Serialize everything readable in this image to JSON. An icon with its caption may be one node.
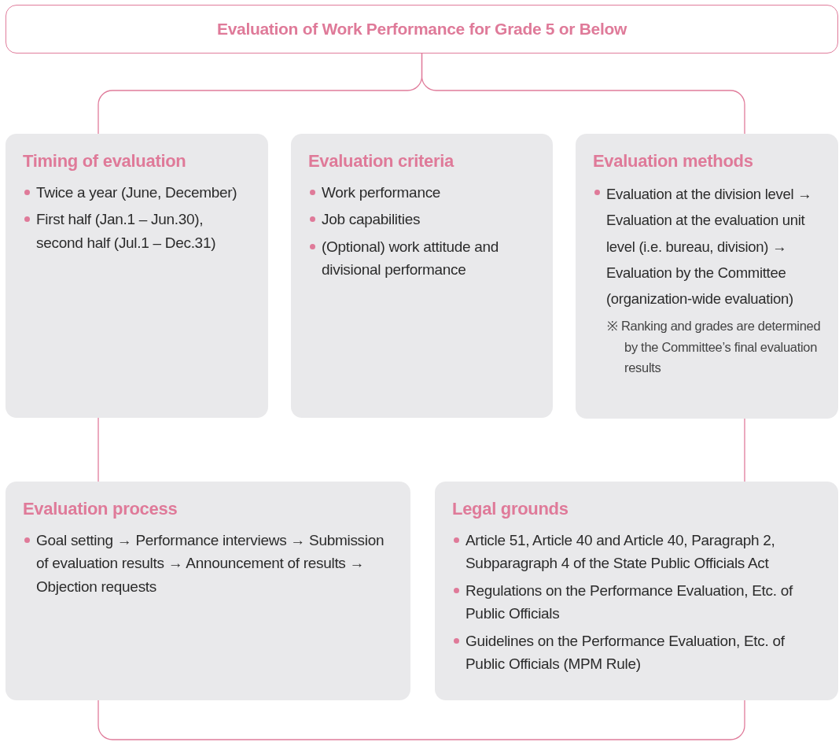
{
  "diagram": {
    "nodes": [
      {
        "text": [
          "Evaluation of Work Performance for Grade 5 or Below"
        ]
      },
      {
        "text": [
          "Timing of evaluation",
          "Twice a year (June, December)",
          "First half (Jan.1 – Jun.30), second half (Jul.1 – Dec.31)"
        ]
      },
      {
        "text": [
          "Evaluation criteria",
          "Work performance",
          "Job capabilities",
          "(Optional) work attitude and divisional performance"
        ]
      },
      {
        "text": [
          "Evaluation methods",
          "Evaluation at the division level → Evaluation at the evaluation unit level (i.e. bureau, division) → Evaluation by the Committee (organization-wide evaluation)",
          "※ Ranking and grades are determined by the Committee’s final evaluation results"
        ]
      },
      {
        "text": [
          "Evaluation process",
          "Goal setting → Performance interviews → Submission of evaluation results → Announcement of results → Objection requests"
        ]
      },
      {
        "text": [
          "Legal grounds",
          "Article 51, Article 40 and Article 40, Paragraph 2, Subparagraph 4 of the State Public Officials Act",
          "Regulations on the Performance Evaluation, Etc. of Public Officials",
          "Guidelines on the Performance Evaluation, Etc. of Public Officials (MPM Rule)"
        ]
      }
    ],
    "edges": [
      {
        "from": 0,
        "to": 1,
        "arrow": "none"
      },
      {
        "from": 0,
        "to": 3,
        "arrow": "none"
      },
      {
        "from": 1,
        "to": 4,
        "arrow": "none"
      },
      {
        "from": 3,
        "to": 5,
        "arrow": "none"
      },
      {
        "from": 4,
        "to": 5,
        "arrow": "none"
      }
    ]
  }
}
